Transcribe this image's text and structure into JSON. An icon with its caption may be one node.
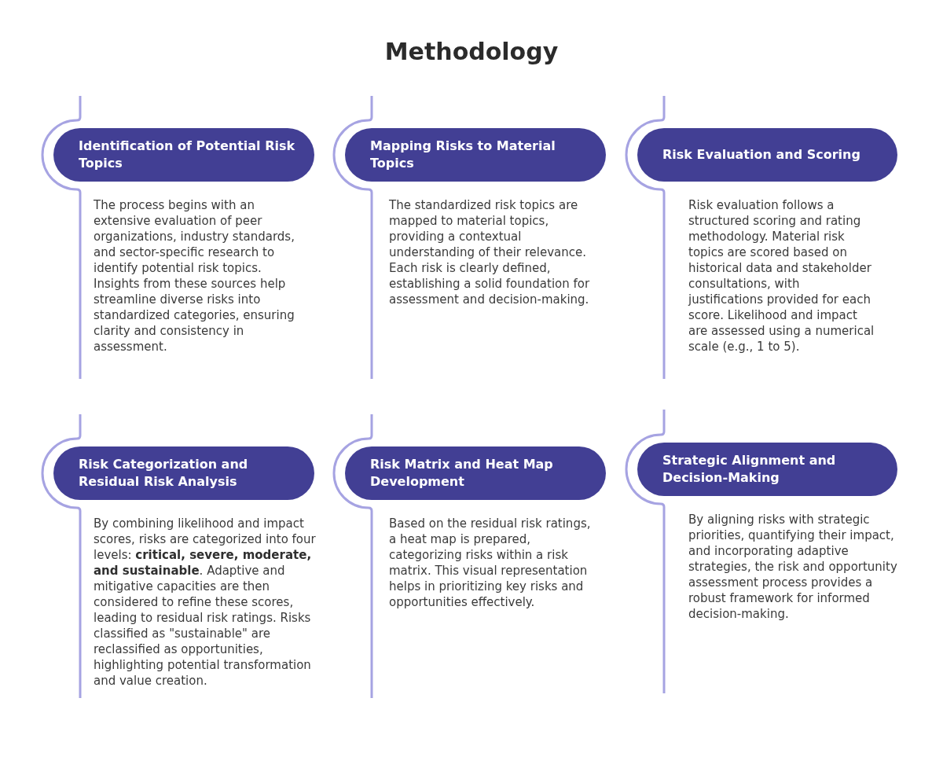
{
  "diagram": {
    "title": "Methodology",
    "nodes": [
      {
        "text": [
          "Identification of Potential Risk Topics",
          "The process begins with an extensive evaluation of peer organizations, industry standards, and sector-specific research to identify potential risk topics. Insights from these sources help streamline diverse risks into standardized categories, ensuring clarity and consistency in assessment."
        ]
      },
      {
        "text": [
          "Mapping Risks to Material Topics",
          "The standardized risk topics are mapped to material topics, providing a contextual understanding of their relevance. Each risk is clearly defined, establishing a solid foundation for assessment and decision-making."
        ]
      },
      {
        "text": [
          "Risk Evaluation and Scoring",
          "Risk evaluation follows a structured scoring and rating methodology. Material risk topics are scored based on historical data and stakeholder consultations, with justifications provided for each score. Likelihood and impact are assessed using a numerical scale (e.g., 1 to 5)."
        ]
      },
      {
        "text": [
          "Risk Categorization and Residual Risk Analysis",
          "By combining likelihood and impact scores, risks are categorized into four levels: **critical, severe, moderate, and sustainable**. Adaptive and mitigative capacities are then considered to refine these scores, leading to residual risk ratings. Risks classified as \"sustainable\" are reclassified as opportunities, highlighting potential transformation and value creation."
        ]
      },
      {
        "text": [
          "Risk Matrix and Heat Map Development",
          "Based on the residual risk ratings, a heat map is prepared, categorizing risks within a risk matrix. This visual representation helps in prioritizing key risks and opportunities effectively."
        ]
      },
      {
        "text": [
          "Strategic Alignment and Decision-Making",
          "By aligning risks with strategic priorities, quantifying their impact, and incorporating adaptive strategies, the risk and opportunity assessment process provides a robust framework for informed decision-making."
        ]
      }
    ]
  }
}
